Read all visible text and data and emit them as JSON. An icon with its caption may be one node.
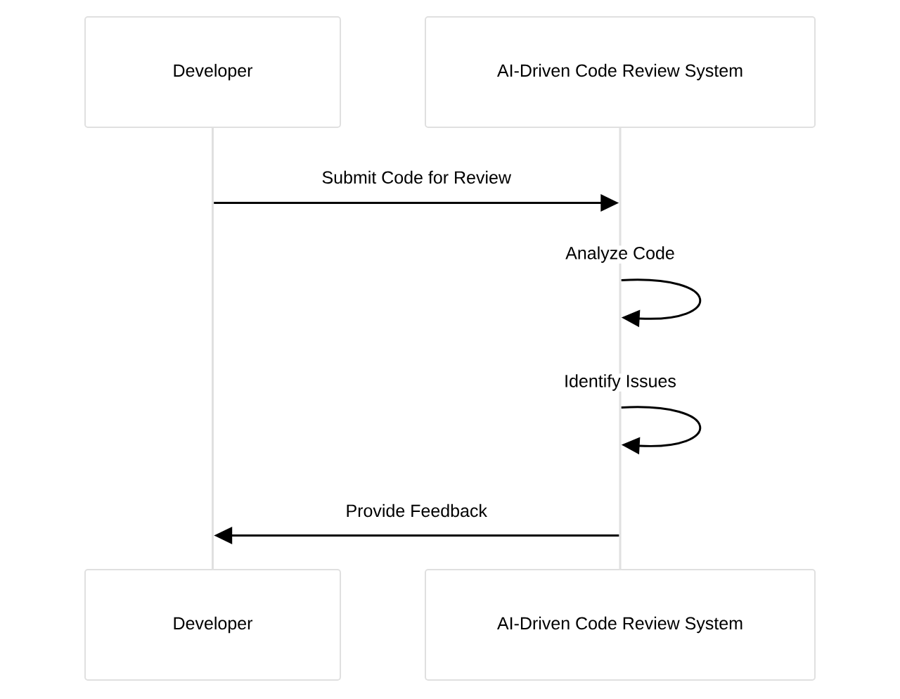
{
  "diagram": {
    "nodes": [
      {
        "text": [
          "Developer"
        ]
      },
      {
        "text": [
          "AI-Driven Code Review System"
        ]
      },
      {
        "text": [
          "Developer"
        ]
      },
      {
        "text": [
          "AI-Driven Code Review System"
        ]
      },
      {
        "text": [],
        "shape": "bar"
      },
      {
        "text": [],
        "shape": "bar"
      }
    ],
    "edges": [
      {
        "from": 4,
        "to": 5,
        "arrow": "to",
        "label": "Submit Code for Review"
      },
      {
        "from": 5,
        "to": 5,
        "arrow": "to",
        "label": "Analyze Code"
      },
      {
        "from": 5,
        "to": 5,
        "arrow": "to",
        "label": "Identify Issues"
      },
      {
        "from": 5,
        "to": 4,
        "arrow": "to",
        "label": "Provide Feedback"
      }
    ]
  }
}
